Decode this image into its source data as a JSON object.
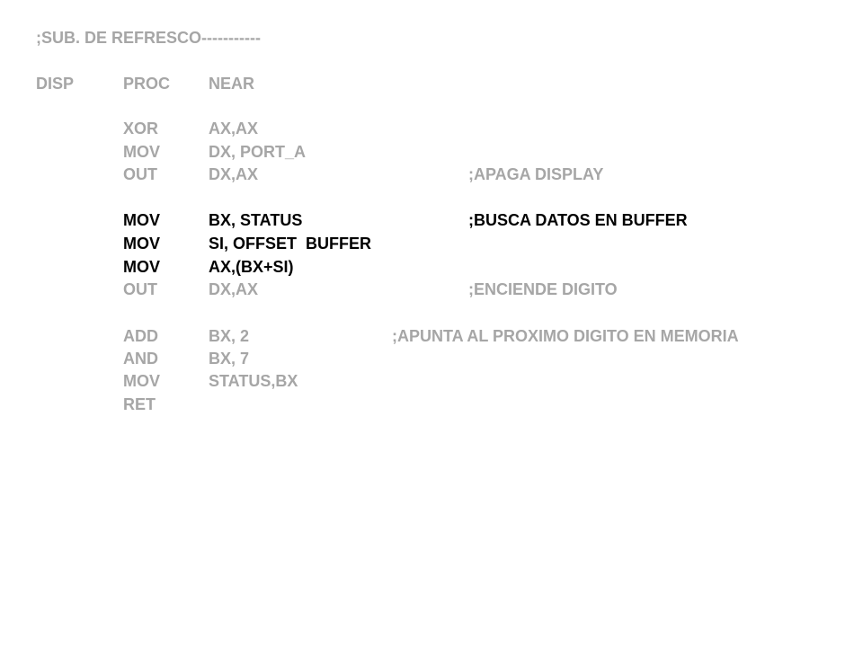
{
  "colors": {
    "gray_text": "#a6a6a6",
    "dark_text": "#000000"
  },
  "lines": [
    {
      "label": ";SUB. DE REFRESCO-----------",
      "op": "",
      "args": "",
      "comment": ""
    },
    {
      "label": "DISP",
      "op": "PROC",
      "args": "NEAR",
      "comment": ""
    },
    {
      "label": "",
      "op": "XOR",
      "args": "AX,AX",
      "comment": ""
    },
    {
      "label": "",
      "op": "MOV",
      "args": "DX, PORT_A",
      "comment": ""
    },
    {
      "label": "",
      "op": "OUT",
      "args": "DX,AX",
      "comment": ";APAGA DISPLAY"
    },
    {
      "label": "",
      "op": "MOV",
      "args": "BX, STATUS",
      "comment": ";BUSCA DATOS EN BUFFER"
    },
    {
      "label": "",
      "op": "MOV",
      "args": "SI, OFFSET  BUFFER",
      "comment": ""
    },
    {
      "label": "",
      "op": "MOV",
      "args": "AX,(BX+SI)",
      "comment": ""
    },
    {
      "label": "",
      "op": "OUT",
      "args": "DX,AX",
      "comment": ";ENCIENDE DIGITO"
    },
    {
      "label": "",
      "op": "ADD",
      "args": "BX, 2",
      "comment": ";APUNTA AL PROXIMO DIGITO EN MEMORIA"
    },
    {
      "label": "",
      "op": "AND",
      "args": "BX, 7",
      "comment": ""
    },
    {
      "label": "",
      "op": "MOV",
      "args": "STATUS,BX",
      "comment": ""
    },
    {
      "label": "",
      "op": "RET",
      "args": "",
      "comment": ""
    }
  ]
}
